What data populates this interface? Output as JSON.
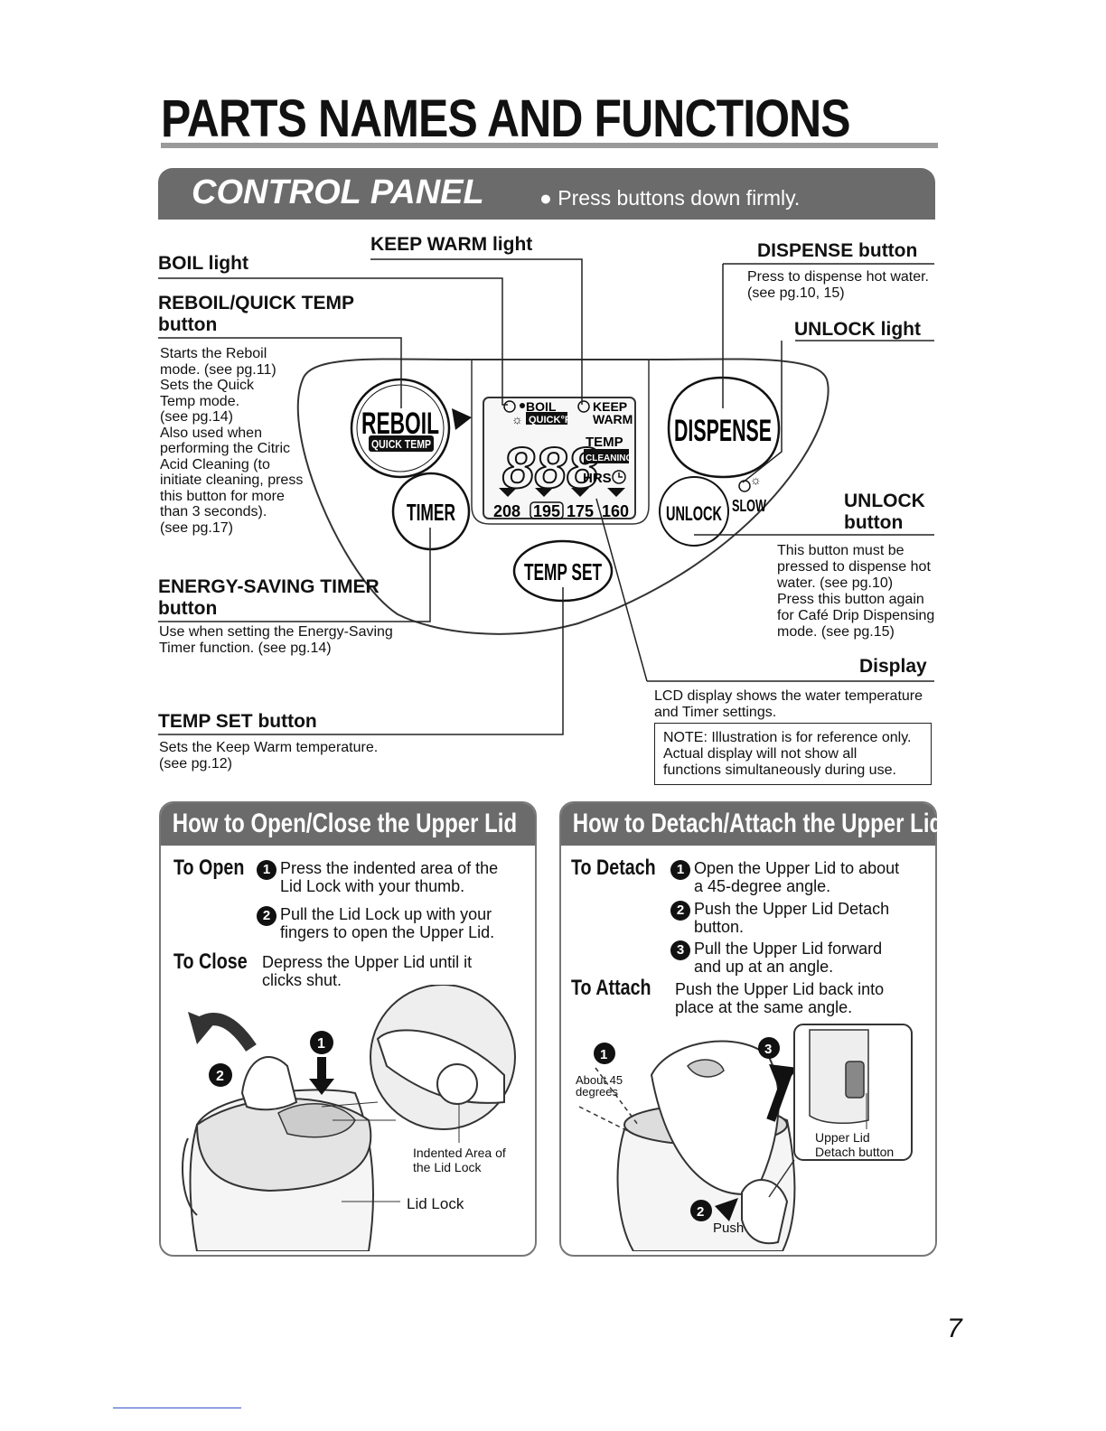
{
  "page": {
    "title": "PARTS NAMES AND FUNCTIONS",
    "page_number": "7"
  },
  "control_panel": {
    "title": "CONTROL PANEL",
    "note": "● Press buttons down firmly.",
    "labels": {
      "boil_light": "BOIL light",
      "keep_warm_light": "KEEP WARM light",
      "dispense_button": "DISPENSE button",
      "dispense_desc": [
        "Press to dispense hot water.",
        "(see pg.10, 15)"
      ],
      "reboil_title": [
        "REBOIL/QUICK TEMP",
        "button"
      ],
      "reboil_desc": [
        "Starts the Reboil",
        "mode. (see pg.11)",
        "Sets the Quick",
        "Temp mode.",
        "(see pg.14)",
        "Also used when",
        "performing the Citric",
        "Acid Cleaning (to",
        "initiate cleaning, press",
        "this button for more",
        "than 3 seconds).",
        "(see pg.17)"
      ],
      "unlock_light": "UNLOCK light",
      "unlock_button": [
        "UNLOCK",
        "button"
      ],
      "unlock_desc": [
        "This button must be",
        "pressed to dispense hot",
        "water. (see pg.10)",
        "Press this button again",
        "for Café Drip Dispensing",
        "mode. (see pg.15)"
      ],
      "energy_title": [
        "ENERGY-SAVING TIMER",
        "button"
      ],
      "energy_desc": [
        "Use when setting the Energy-Saving",
        "Timer function. (see pg.14)"
      ],
      "display_title": "Display",
      "display_desc": [
        "LCD display shows the water temperature",
        "and Timer settings."
      ],
      "temp_set_title": "TEMP SET button",
      "temp_set_desc": [
        "Sets the Keep Warm temperature.",
        "(see pg.12)"
      ],
      "note_box": [
        "NOTE: Illustration is for reference only.",
        "Actual display will not show all",
        "functions simultaneously during use."
      ]
    },
    "panel": {
      "reboil": "REBOIL",
      "quick_temp": "QUICK TEMP",
      "timer": "TIMER",
      "temp_set": "TEMP SET",
      "dispense": "DISPENSE",
      "unlock": "UNLOCK",
      "slow": "SLOW",
      "lcd_boil": "BOIL",
      "lcd_quick": "QUICK°F",
      "lcd_keep": "KEEP",
      "lcd_warm": "WARM",
      "lcd_digits": "888",
      "lcd_temp": "TEMP",
      "lcd_cleaning": "CLEANING",
      "lcd_hrs": "HRS",
      "temps": [
        "208",
        "195",
        "175",
        "160"
      ]
    }
  },
  "open_close": {
    "title": "How to Open/Close the Upper Lid",
    "to_open": "To Open",
    "step1": [
      "Press the indented area of the",
      "Lid Lock with your thumb."
    ],
    "step2": [
      "Pull the Lid Lock up with your",
      "fingers to open the Upper Lid."
    ],
    "to_close": "To Close",
    "close_text": [
      "Depress the Upper Lid until it",
      "clicks shut."
    ],
    "indented_label": [
      "Indented Area of",
      "the Lid Lock"
    ],
    "lid_lock_label": "Lid Lock",
    "n1": "1",
    "n2": "2"
  },
  "detach_attach": {
    "title": "How to Detach/Attach the Upper Lid",
    "to_detach": "To Detach",
    "step1": [
      "Open the Upper Lid to about",
      "a 45-degree angle."
    ],
    "step2": [
      "Push the Upper Lid Detach",
      "button."
    ],
    "step3": [
      "Pull the Upper Lid forward",
      "and up at an angle."
    ],
    "to_attach": "To Attach",
    "attach_text": [
      "Push the Upper Lid back into",
      "place at the same angle."
    ],
    "about_45": [
      "About 45",
      "degrees"
    ],
    "detach_label": [
      "Upper Lid",
      "Detach button"
    ],
    "push_label": "Push",
    "n1": "1",
    "n2": "2",
    "n3": "3"
  }
}
